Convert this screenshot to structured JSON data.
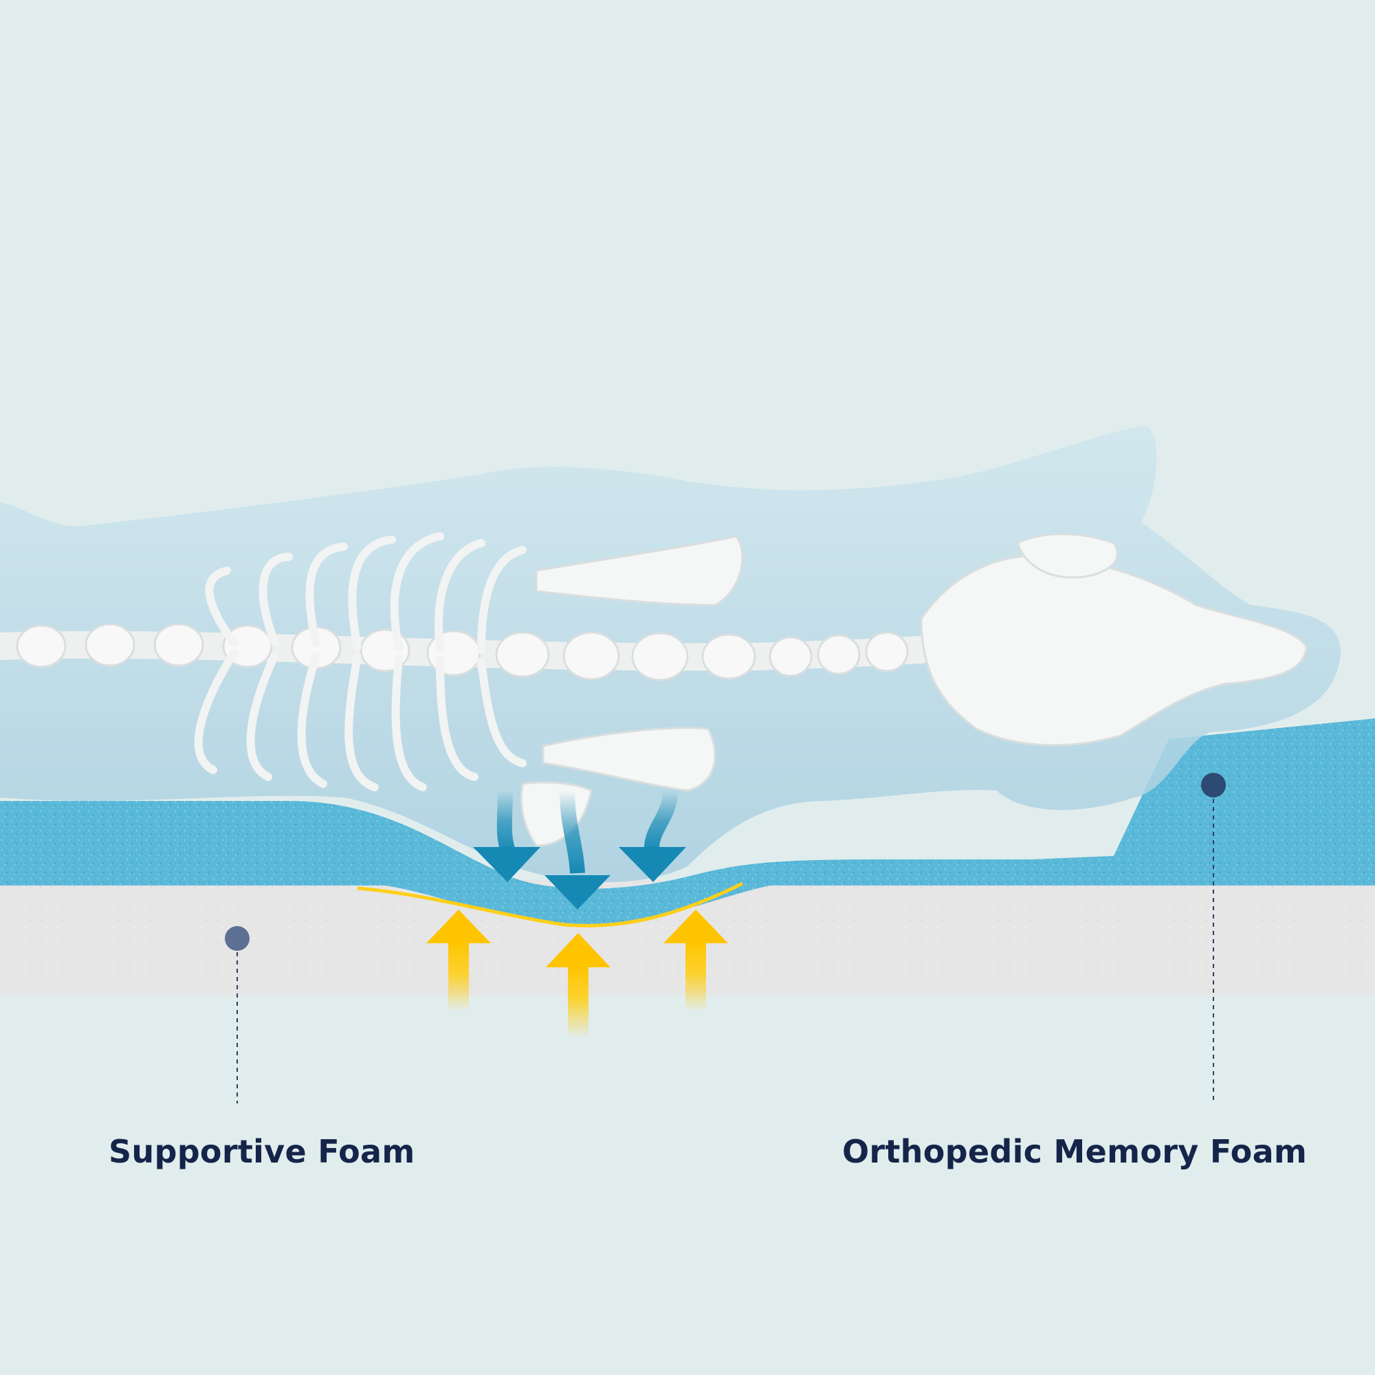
{
  "labels": {
    "supportive_foam": "Supportive Foam",
    "memory_foam": "Orthopedic Memory Foam"
  },
  "colors": {
    "background": "#e1eded",
    "memory_foam": "#5ab8d8",
    "supportive_foam": "#e6e6e6",
    "pressure_arrows": "#1a8cb6",
    "support_arrows": "#ffcf1a",
    "label_text": "#15254a",
    "marker_dot": "#5d6f92"
  },
  "icons": {
    "pressure": "arrow-down-icon",
    "support": "arrow-up-icon",
    "skeleton": "dog-skeleton-illustration"
  }
}
